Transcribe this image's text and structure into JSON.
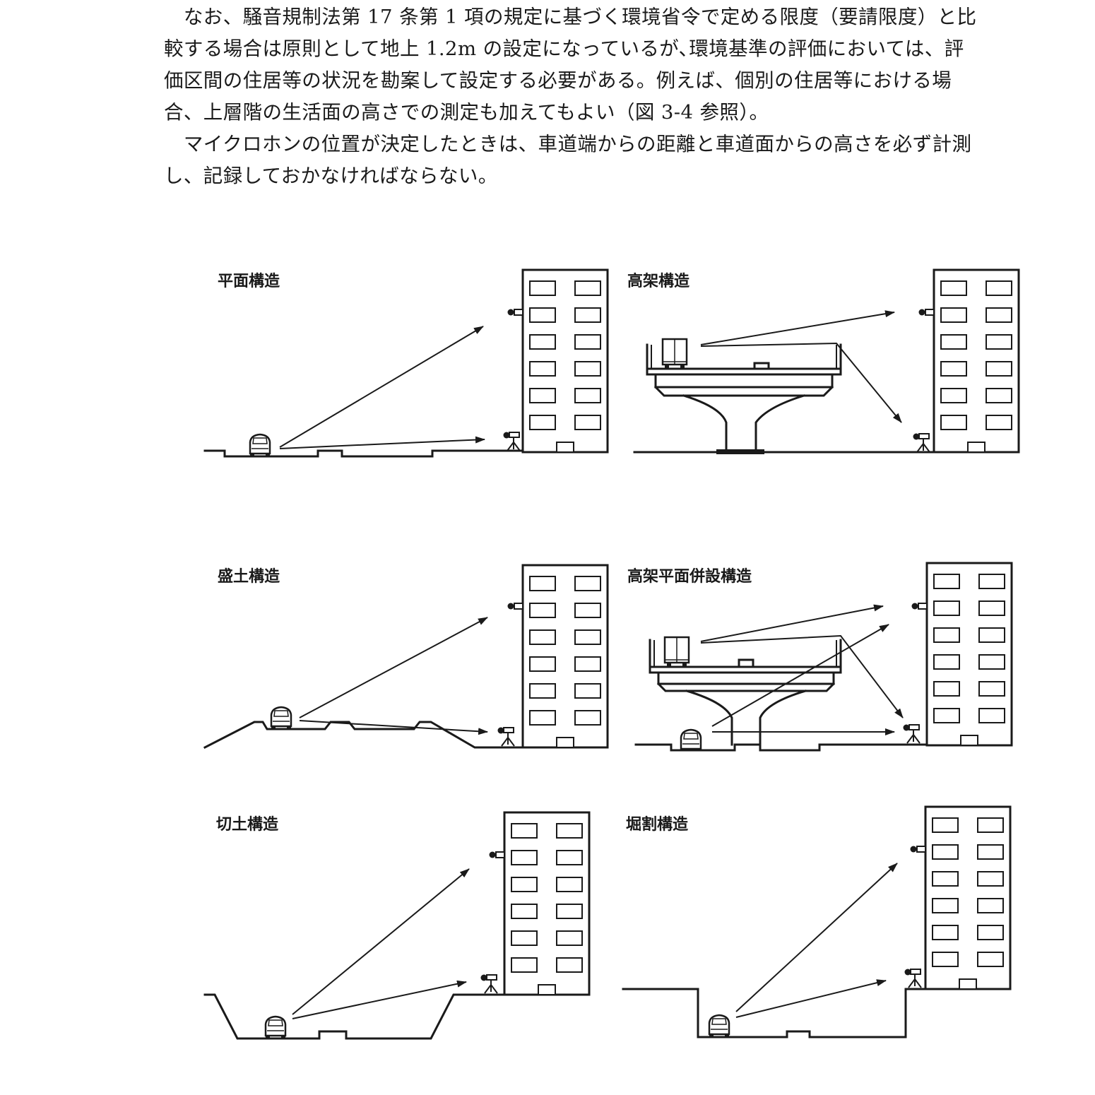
{
  "paragraphs": [
    "　なお、騒音規制法第 17 条第 1 項の規定に基づく環境省令で定める限度（要請限度）と比較する場合は原則として地上 1.2m の設定になっているが､環境基準の評価においては、評価区間の住居等の状況を勘案して設定する必要がある。例えば、個別の住居等における場合、上層階の生活面の高さでの測定も加えてもよい（図 3-4 参照）。",
    "　マイクロホンの位置が決定したときは、車道端からの距離と車道面からの高さを必ず計測し、記録しておかなければならない。"
  ],
  "panels": {
    "flat": "平面構造",
    "elevated": "高架構造",
    "embankment": "盛土構造",
    "elevated_flat": "高架平面併設構造",
    "cut": "切土構造",
    "trench": "堀割構造"
  }
}
